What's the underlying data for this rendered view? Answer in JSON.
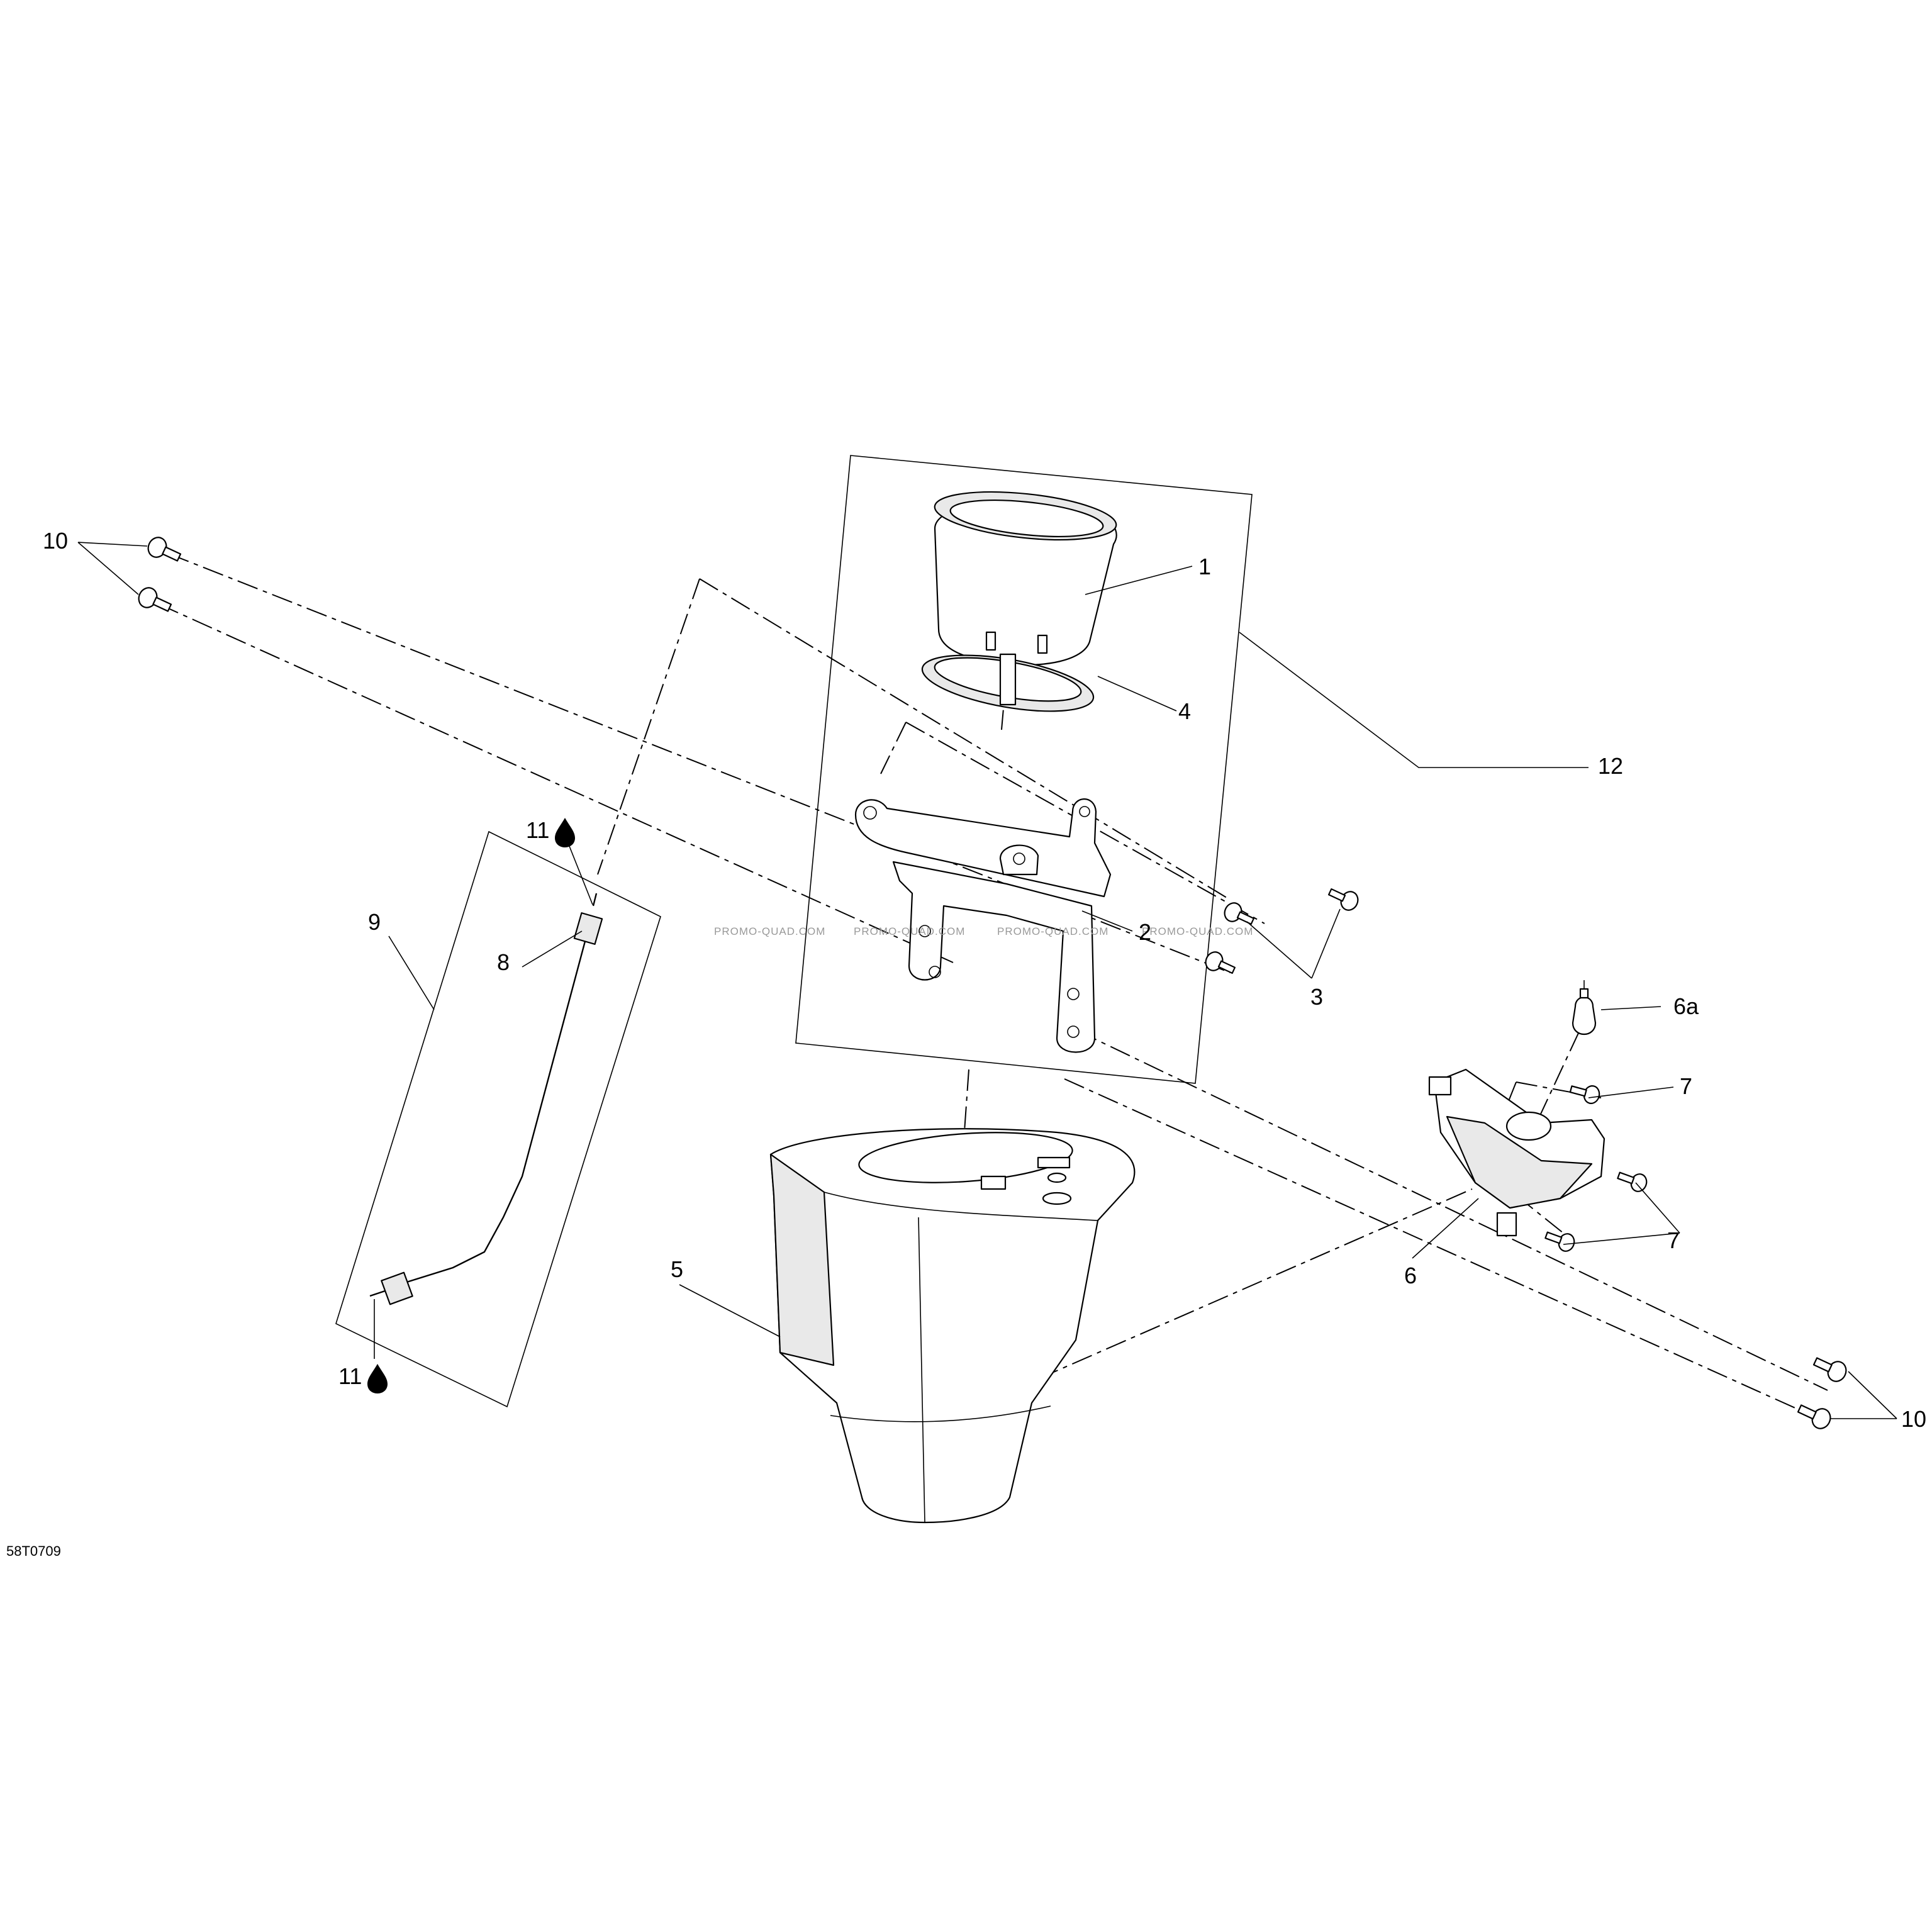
{
  "diagram": {
    "reference_code": "58T0709",
    "watermark": "PROMO-QUAD.COM",
    "callouts": [
      {
        "id": "c1",
        "label": "1"
      },
      {
        "id": "c2",
        "label": "2"
      },
      {
        "id": "c3",
        "label": "3"
      },
      {
        "id": "c4",
        "label": "4"
      },
      {
        "id": "c5",
        "label": "5"
      },
      {
        "id": "c6",
        "label": "6"
      },
      {
        "id": "c6a",
        "label": "6a"
      },
      {
        "id": "c7a",
        "label": "7"
      },
      {
        "id": "c7b",
        "label": "7"
      },
      {
        "id": "c8",
        "label": "8"
      },
      {
        "id": "c9",
        "label": "9"
      },
      {
        "id": "c10a",
        "label": "10"
      },
      {
        "id": "c10b",
        "label": "10"
      },
      {
        "id": "c11a",
        "label": "11"
      },
      {
        "id": "c11b",
        "label": "11"
      },
      {
        "id": "c12",
        "label": "12"
      }
    ],
    "icons": {
      "lubricant": "oil-drop-icon"
    }
  }
}
